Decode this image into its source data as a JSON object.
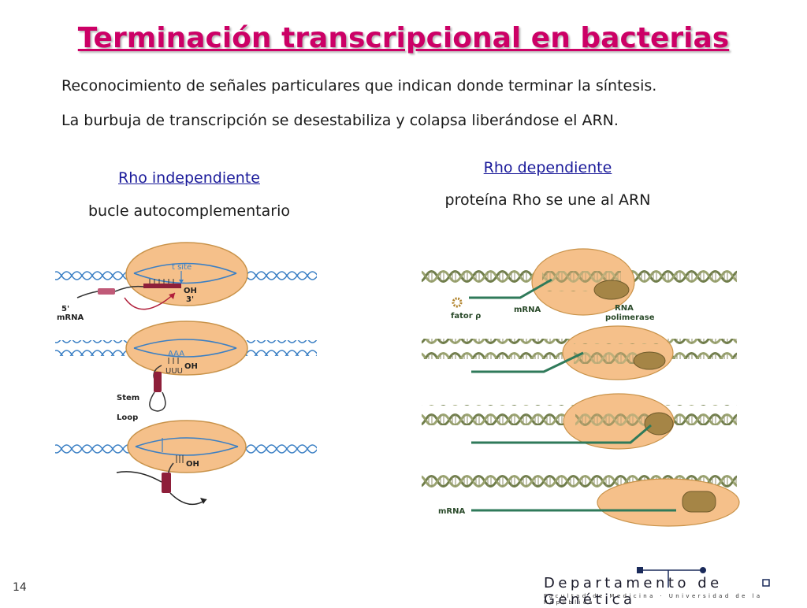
{
  "title": "Terminación transcripcional en bacterias",
  "lines": [
    "Reconocimiento de señales particulares que indican donde terminar la síntesis.",
    "La burbuja de transcripción se desestabiliza y colapsa liberándose el ARN."
  ],
  "rho_independent": {
    "heading": "Rho independiente",
    "subtitle": "bucle autocomplementario",
    "labels": {
      "t_site": "t site",
      "oh": "OH",
      "three_prime": "3'",
      "five_prime": "5'",
      "mrna": "mRNA",
      "aaa": "AAA",
      "uuu": "UUU",
      "stem": "Stem",
      "loop": "Loop"
    }
  },
  "rho_dependent": {
    "heading": "Rho dependiente",
    "subtitle": "proteína Rho se une al ARN",
    "labels": {
      "fator": "fator ρ",
      "mrna": "mRNA",
      "rna_polimerase": "RNA",
      "rna_polimerase_2": "polimerase",
      "mrna_bottom": "mRNA"
    }
  },
  "footer": {
    "page_number": "14",
    "department": "Departamento de Genética",
    "faculty": "Facultad de Medicina · Universidad de la República"
  },
  "colors": {
    "title": "#cc0066",
    "bubble": "#f5c08a",
    "dna_blue": "#3a7fc4",
    "helix_dark": "#5a6a3a",
    "mrna_green": "#2f7a5a",
    "polymerase": "#a58546"
  }
}
